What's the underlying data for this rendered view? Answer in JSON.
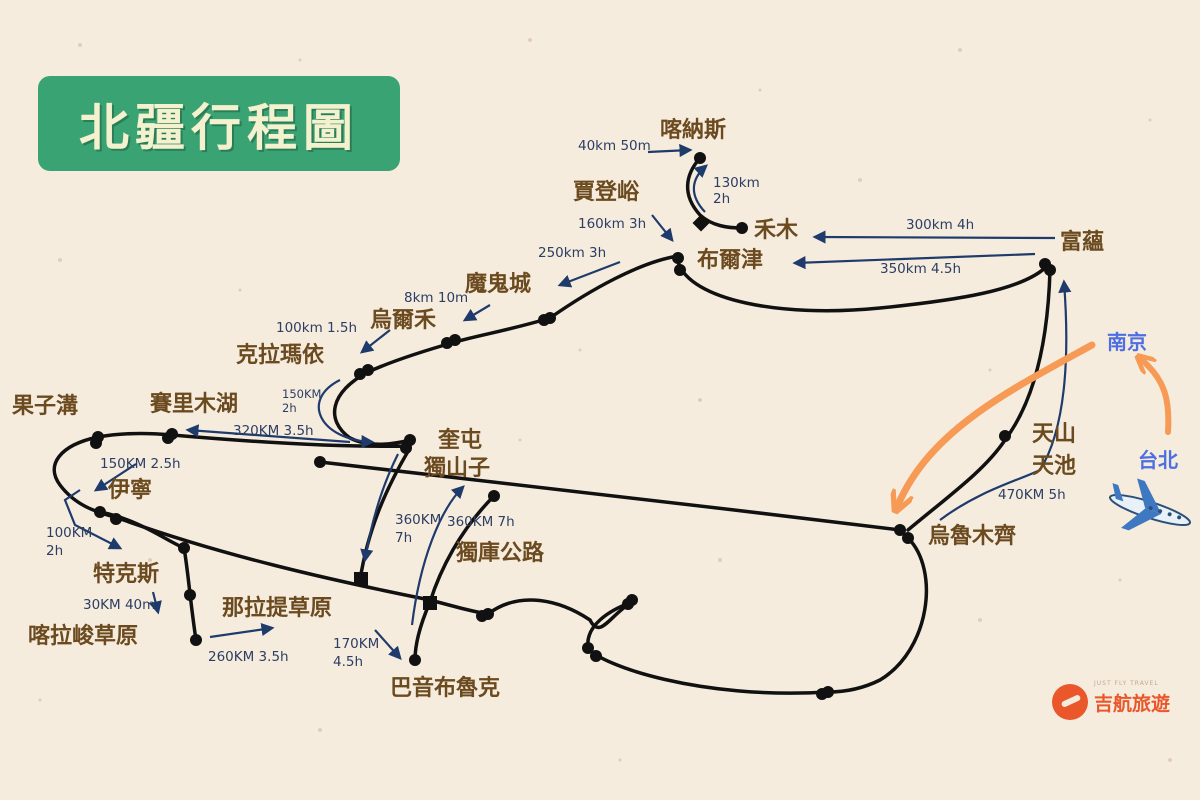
{
  "title": "北疆行程圖",
  "places": [
    {
      "id": "kanas",
      "name": "喀納斯"
    },
    {
      "id": "jiadengyu",
      "name": "賈登峪"
    },
    {
      "id": "hemu",
      "name": "禾木"
    },
    {
      "id": "burqin",
      "name": "布爾津"
    },
    {
      "id": "fuyun",
      "name": "富蘊"
    },
    {
      "id": "ghostcity",
      "name": "魔鬼城"
    },
    {
      "id": "wuerhe",
      "name": "烏爾禾"
    },
    {
      "id": "karamay",
      "name": "克拉瑪依"
    },
    {
      "id": "guozigou",
      "name": "果子溝"
    },
    {
      "id": "sayram",
      "name": "賽里木湖"
    },
    {
      "id": "kuitun",
      "name": "奎屯"
    },
    {
      "id": "dushanzi",
      "name": "獨山子"
    },
    {
      "id": "yining",
      "name": "伊寧"
    },
    {
      "id": "tekes",
      "name": "特克斯"
    },
    {
      "id": "kalajun",
      "name": "喀拉峻草原"
    },
    {
      "id": "nalati",
      "name": "那拉提草原"
    },
    {
      "id": "duku",
      "name": "獨庫公路"
    },
    {
      "id": "bayanbulak",
      "name": "巴音布魯克"
    },
    {
      "id": "tianshan1",
      "name": "天山"
    },
    {
      "id": "tianshan2",
      "name": "天池"
    },
    {
      "id": "urumqi",
      "name": "烏魯木齊"
    }
  ],
  "distances": [
    {
      "id": "d1",
      "lines": [
        "40km 50m"
      ]
    },
    {
      "id": "d2",
      "lines": [
        "130km",
        "2h"
      ]
    },
    {
      "id": "d3",
      "lines": [
        "160km 3h"
      ]
    },
    {
      "id": "d4",
      "lines": [
        "250km 3h"
      ]
    },
    {
      "id": "d5",
      "lines": [
        "300km 4h"
      ]
    },
    {
      "id": "d6",
      "lines": [
        "350km 4.5h"
      ]
    },
    {
      "id": "d7",
      "lines": [
        "8km 10m"
      ]
    },
    {
      "id": "d8",
      "lines": [
        "100km 1.5h"
      ]
    },
    {
      "id": "d9",
      "lines": [
        "150KM",
        "2h"
      ]
    },
    {
      "id": "d10",
      "lines": [
        "320KM 3.5h"
      ]
    },
    {
      "id": "d11",
      "lines": [
        "150KM 2.5h"
      ]
    },
    {
      "id": "d12",
      "lines": [
        "100KM",
        "2h"
      ]
    },
    {
      "id": "d13",
      "lines": [
        "30KM 40m"
      ]
    },
    {
      "id": "d14",
      "lines": [
        "260KM 3.5h"
      ]
    },
    {
      "id": "d15",
      "lines": [
        "360KM",
        "7h"
      ]
    },
    {
      "id": "d16",
      "lines": [
        "360KM 7h"
      ]
    },
    {
      "id": "d17",
      "lines": [
        "170KM",
        "4.5h"
      ]
    },
    {
      "id": "d18",
      "lines": [
        "470KM 5h"
      ]
    }
  ],
  "flight": {
    "from": "台北",
    "via": "南京"
  },
  "brand": {
    "name": "吉航旅遊",
    "tagline": "JUST FLY TRAVEL"
  },
  "colors": {
    "route": "#111111",
    "arrow": "#1f3b6b",
    "flight": "#f79a55",
    "title_bg": "#3aa374",
    "place": "#6b4a1f",
    "city": "#4d6fe3"
  },
  "icons": [
    "airplane-icon",
    "logo-icon"
  ]
}
